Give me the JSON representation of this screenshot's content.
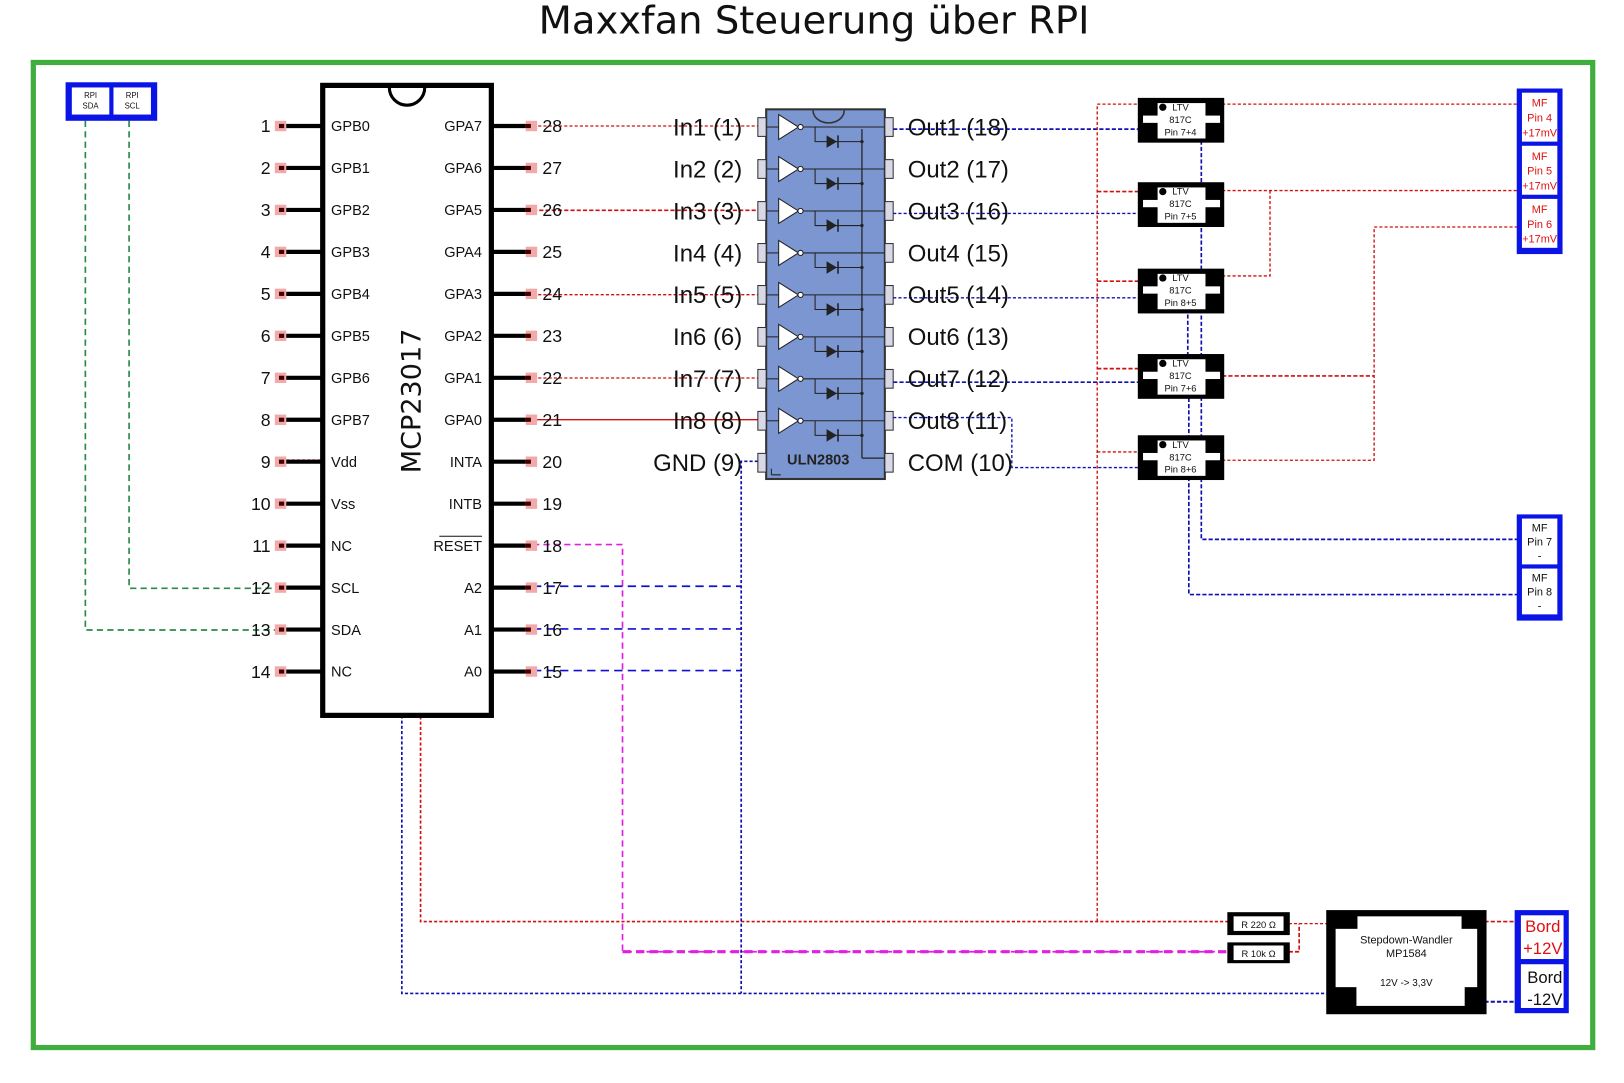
{
  "title": "Maxxfan Steuerung über RPI",
  "colors": {
    "frame": "#3fae3f",
    "vcc_wire": "#d01010",
    "gnd_wire": "#1010b0",
    "i2c_wire": "#2a8a4a",
    "reset_wire": "#e020e0",
    "connector_border": "#0a14e6",
    "uln_body": "#7b96d0",
    "red_text": "#e01010"
  },
  "rpi": {
    "sda": [
      "RPI",
      "SDA"
    ],
    "scl": [
      "RPI",
      "SCL"
    ]
  },
  "mcp": {
    "name": "MCP23017",
    "left_pins": [
      {
        "num": "1",
        "label": "GPB0"
      },
      {
        "num": "2",
        "label": "GPB1"
      },
      {
        "num": "3",
        "label": "GPB2"
      },
      {
        "num": "4",
        "label": "GPB3"
      },
      {
        "num": "5",
        "label": "GPB4"
      },
      {
        "num": "6",
        "label": "GPB5"
      },
      {
        "num": "7",
        "label": "GPB6"
      },
      {
        "num": "8",
        "label": "GPB7"
      },
      {
        "num": "9",
        "label": "Vdd"
      },
      {
        "num": "10",
        "label": "Vss"
      },
      {
        "num": "11",
        "label": "NC"
      },
      {
        "num": "12",
        "label": "SCL"
      },
      {
        "num": "13",
        "label": "SDA"
      },
      {
        "num": "14",
        "label": "NC"
      }
    ],
    "right_pins": [
      {
        "num": "28",
        "label": "GPA7"
      },
      {
        "num": "27",
        "label": "GPA6"
      },
      {
        "num": "26",
        "label": "GPA5"
      },
      {
        "num": "25",
        "label": "GPA4"
      },
      {
        "num": "24",
        "label": "GPA3"
      },
      {
        "num": "23",
        "label": "GPA2"
      },
      {
        "num": "22",
        "label": "GPA1"
      },
      {
        "num": "21",
        "label": "GPA0"
      },
      {
        "num": "20",
        "label": "INTA"
      },
      {
        "num": "19",
        "label": "INTB"
      },
      {
        "num": "18",
        "label": "RESET"
      },
      {
        "num": "17",
        "label": "A2"
      },
      {
        "num": "16",
        "label": "A1"
      },
      {
        "num": "15",
        "label": "A0"
      }
    ]
  },
  "uln": {
    "name": "ULN2803",
    "inputs": [
      "In1 (1)",
      "In2 (2)",
      "In3 (3)",
      "In4 (4)",
      "In5 (5)",
      "In6 (6)",
      "In7 (7)",
      "In8 (8)",
      "GND (9)"
    ],
    "outputs": [
      "Out1 (18)",
      "Out2 (17)",
      "Out3 (16)",
      "Out4 (15)",
      "Out5 (14)",
      "Out6 (13)",
      "Out7 (12)",
      "Out8 (11)",
      "COM (10)"
    ]
  },
  "optocouplers": [
    {
      "l1": "LTV",
      "l2": "817C",
      "l3": "Pin 7+4"
    },
    {
      "l1": "LTV",
      "l2": "817C",
      "l3": "Pin 7+5"
    },
    {
      "l1": "LTV",
      "l2": "817C",
      "l3": "Pin 8+5"
    },
    {
      "l1": "LTV",
      "l2": "817C",
      "l3": "Pin 7+6"
    },
    {
      "l1": "LTV",
      "l2": "817C",
      "l3": "Pin 8+6"
    }
  ],
  "mf_plus": [
    {
      "l1": "MF",
      "l2": "Pin 4",
      "l3": "+17mV"
    },
    {
      "l1": "MF",
      "l2": "Pin 5",
      "l3": "+17mV"
    },
    {
      "l1": "MF",
      "l2": "Pin 6",
      "l3": "+17mV"
    }
  ],
  "mf_minus": [
    {
      "l1": "MF",
      "l2": "Pin 7",
      "l3": "-"
    },
    {
      "l1": "MF",
      "l2": "Pin 8",
      "l3": "-"
    }
  ],
  "resistors": [
    "R 220 Ω",
    "R 10k Ω"
  ],
  "stepdown": {
    "l1": "Stepdown-Wandler",
    "l2": "MP1584",
    "l3": "12V -> 3,3V"
  },
  "bord": {
    "plus": [
      "Bord",
      "+12V"
    ],
    "minus": [
      "Bord",
      "-12V"
    ]
  }
}
